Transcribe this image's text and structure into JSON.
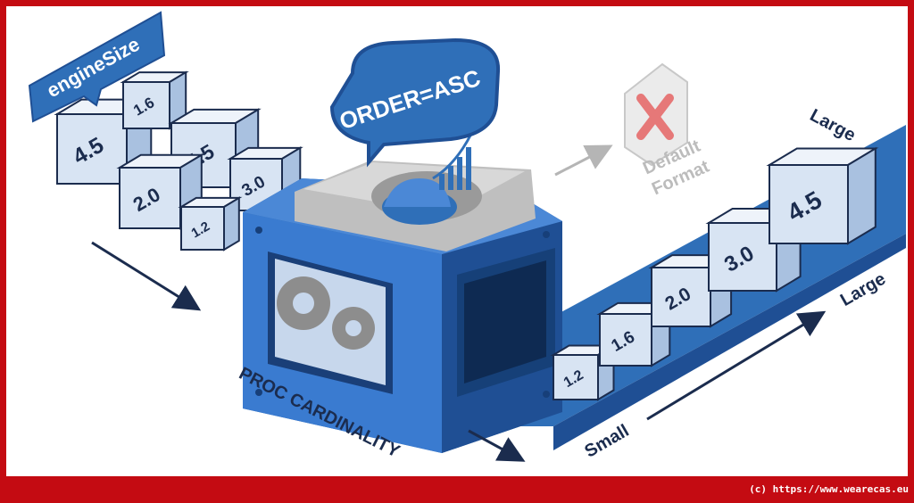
{
  "input_label": "engineSize",
  "input_cubes": [
    "4.5",
    "1.6",
    "4.5",
    "2.0",
    "3.0",
    "1.2"
  ],
  "option_bubble": "ORDER=ASC",
  "machine_label": "PROC CARDINALITY",
  "default_format": {
    "line1": "Default",
    "line2": "Format"
  },
  "output_cubes": [
    "1.2",
    "1.6",
    "2.0",
    "3.0",
    "4.5"
  ],
  "label_large_top": "Large",
  "label_large_axis": "Large",
  "label_small": "Small",
  "footer": "(c) https://www.wearecas.eu",
  "colors": {
    "brand_red": "#c40b12",
    "blue": "#2f6fb8",
    "dark_blue": "#1f4f94",
    "cube_front": "#d8e4f3",
    "cube_top": "#eef3fa",
    "cube_side": "#a9c1e0",
    "navy": "#1b2c4e"
  }
}
